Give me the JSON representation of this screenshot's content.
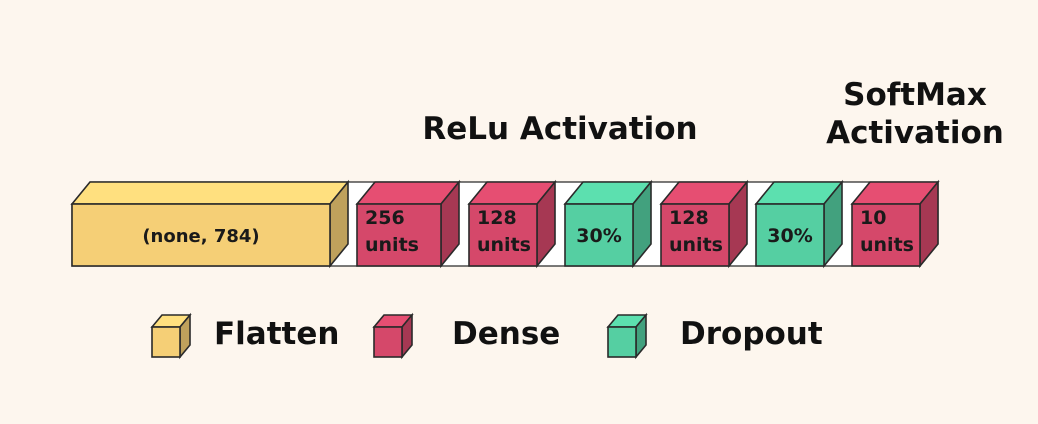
{
  "headings": {
    "relu": "ReLu Activation",
    "softmax_line1": "SoftMax",
    "softmax_line2": "Activation"
  },
  "layers": [
    {
      "type": "flatten",
      "label_lines": [
        "(none, 784)"
      ]
    },
    {
      "type": "dense",
      "label_lines": [
        "256",
        "units"
      ]
    },
    {
      "type": "dense",
      "label_lines": [
        "128",
        "units"
      ]
    },
    {
      "type": "dropout",
      "label_lines": [
        "30%"
      ]
    },
    {
      "type": "dense",
      "label_lines": [
        "128",
        "units"
      ]
    },
    {
      "type": "dropout",
      "label_lines": [
        "30%"
      ]
    },
    {
      "type": "dense",
      "label_lines": [
        "10",
        "units"
      ]
    }
  ],
  "legend": [
    {
      "type": "flatten",
      "label": "Flatten"
    },
    {
      "type": "dense",
      "label": "Dense"
    },
    {
      "type": "dropout",
      "label": "Dropout"
    }
  ],
  "colors": {
    "background": "#fdf6ee",
    "flatten": "#f5cf76",
    "dense": "#d5486a",
    "dropout": "#55cfa2",
    "outline": "#2a2a2a"
  }
}
